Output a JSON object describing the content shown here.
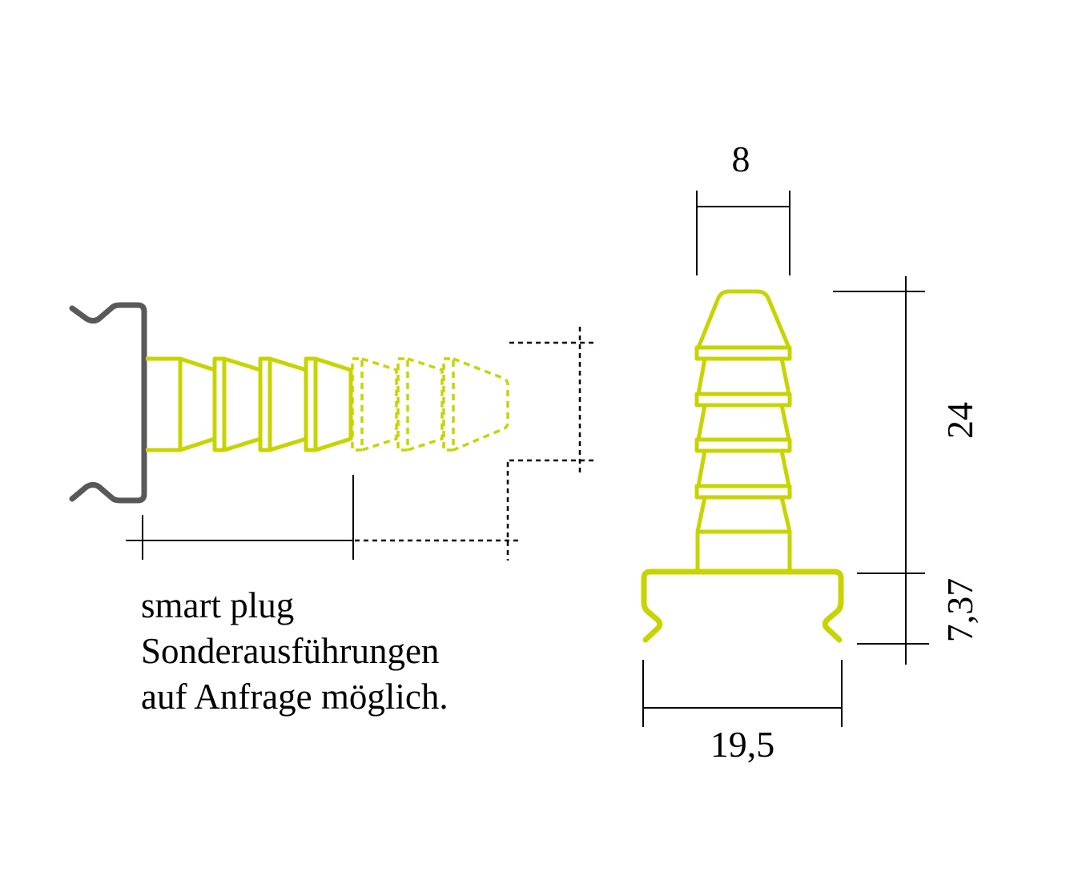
{
  "colors": {
    "plug": "#c8d400",
    "rail": "#595959",
    "dimension": "#000000",
    "background": "#ffffff"
  },
  "dimensions": {
    "width_top": "8",
    "height_plug": "24",
    "height_rail": "7,37",
    "width_rail": "19,5"
  },
  "caption": {
    "line1": "smart plug",
    "line2": "Sonderausführungen",
    "line3": "auf Anfrage möglich."
  },
  "views": {
    "side_view": {
      "solid_segments": 4,
      "dashed_optional_segments": 3
    },
    "front_view": {
      "stacked_fins": 5
    }
  }
}
